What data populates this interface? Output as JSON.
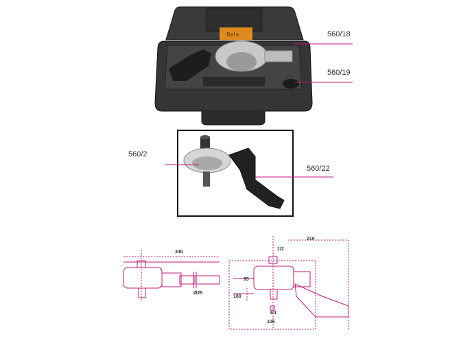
{
  "callouts": {
    "case_insert": "560/18",
    "case_socket": "560/19",
    "multiplier": "560/2",
    "reaction_arm": "560/22"
  },
  "dimensions": {
    "length_total": "340",
    "diameter": "Ø25",
    "width_total": "210",
    "input_square": "1/2",
    "height_body": "95",
    "arm_length": "180",
    "output_square": "3/4",
    "body_width": "106"
  },
  "colors": {
    "accent": "#c0187a",
    "case_dark": "#2a2a2a",
    "tool_silver": "#c8c8c8"
  },
  "icons": {
    "case": "tool-case-illustration",
    "tool": "torque-multiplier-illustration"
  }
}
